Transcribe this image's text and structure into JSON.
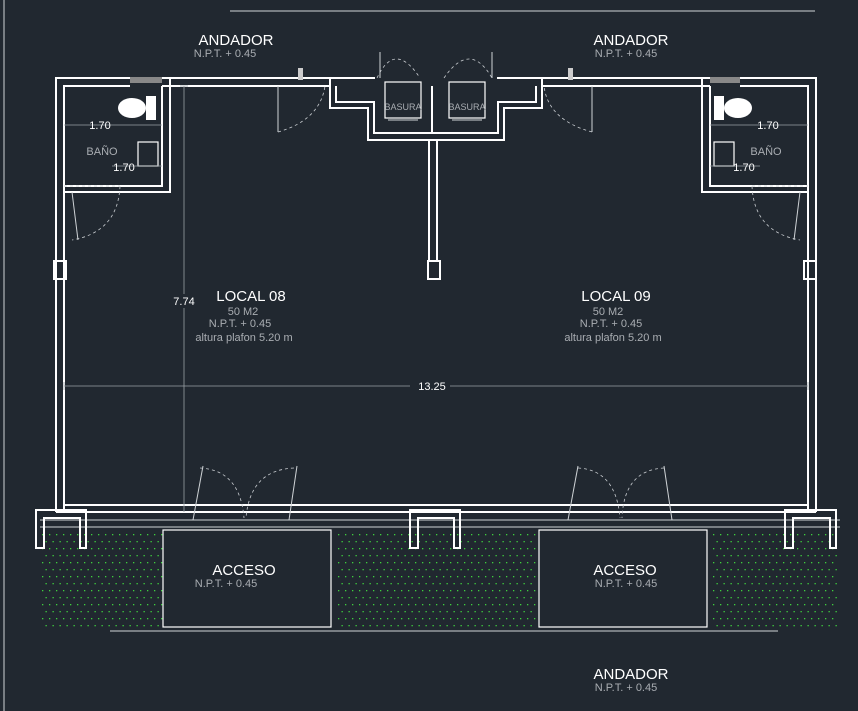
{
  "walkways": [
    {
      "name": "ANDADOR",
      "level": "N.P.T. + 0.45"
    },
    {
      "name": "ANDADOR",
      "level": "N.P.T. + 0.45"
    },
    {
      "name": "ANDADOR",
      "level": "N.P.T. + 0.45"
    }
  ],
  "units": [
    {
      "name": "LOCAL 08",
      "area": "50 M2",
      "level": "N.P.T. + 0.45",
      "ceiling": "altura plafon 5.20 m"
    },
    {
      "name": "LOCAL 09",
      "area": "50 M2",
      "level": "N.P.T. + 0.45",
      "ceiling": "altura plafon 5.20 m"
    }
  ],
  "accesses": [
    {
      "name": "ACCESO",
      "level": "N.P.T. + 0.45"
    },
    {
      "name": "ACCESO",
      "level": "N.P.T. + 0.45"
    }
  ],
  "bathrooms": [
    {
      "label": "BAÑO",
      "dim_width": "1.70",
      "dim_depth": "1.70"
    },
    {
      "label": "BAÑO",
      "dim_width": "1.70",
      "dim_depth": "1.70"
    }
  ],
  "trash": [
    "BASURA",
    "BASURA"
  ],
  "dimensions": {
    "overall_width": "13.25",
    "overall_depth": "7.74"
  },
  "colors": {
    "background": "#212830",
    "walls": "#ffffff",
    "vegetation": "#3ecf3e"
  }
}
